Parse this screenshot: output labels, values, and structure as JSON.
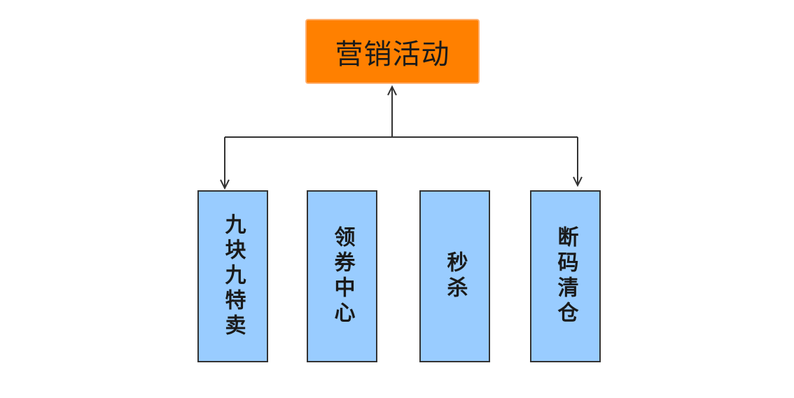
{
  "diagram": {
    "root": {
      "label": "营销活动",
      "color": "#ff8000"
    },
    "children": [
      {
        "label": "九块九特卖"
      },
      {
        "label": "领券中心"
      },
      {
        "label": "秒杀"
      },
      {
        "label": "断码清仓"
      }
    ],
    "child_color": "#99ccff",
    "edges": [
      {
        "from": "九块九特卖",
        "to": "营销活动",
        "arrow": "both"
      },
      {
        "from": "断码清仓",
        "to": "营销活动",
        "arrow": "both"
      }
    ]
  }
}
